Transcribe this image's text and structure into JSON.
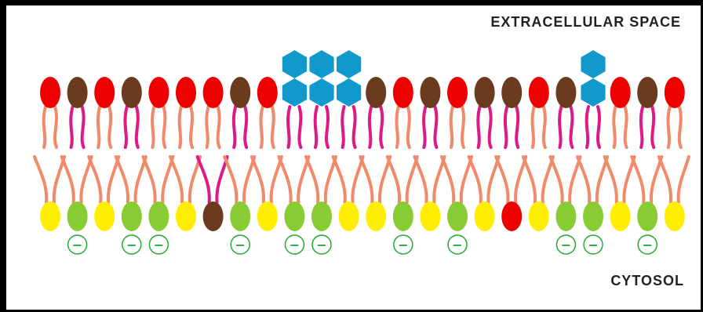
{
  "labels": {
    "top": "EXTRACELLULAR SPACE",
    "bottom": "CYTOSOL"
  },
  "colors": {
    "red_head": "#ee0000",
    "brown_head": "#6b3b1f",
    "yellow_head": "#ffee00",
    "green_head": "#88cc33",
    "blue_sugar": "#1199cc",
    "tail_salmon": "#f08a6a",
    "tail_magenta": "#dd1a88",
    "charge_green": "#22aa33"
  },
  "outer_leaflet": [
    {
      "head": "red",
      "tail": "salmon"
    },
    {
      "head": "brown",
      "tail": "magenta"
    },
    {
      "head": "red",
      "tail": "salmon"
    },
    {
      "head": "brown",
      "tail": "magenta"
    },
    {
      "head": "red",
      "tail": "salmon"
    },
    {
      "head": "red",
      "tail": "salmon"
    },
    {
      "head": "red",
      "tail": "salmon"
    },
    {
      "head": "brown",
      "tail": "magenta"
    },
    {
      "head": "red",
      "tail": "salmon"
    },
    {
      "head": "sugar",
      "tail": "magenta",
      "sugars": 2
    },
    {
      "head": "sugar",
      "tail": "magenta",
      "sugars": 2
    },
    {
      "head": "sugar",
      "tail": "magenta",
      "sugars": 2
    },
    {
      "head": "brown",
      "tail": "magenta"
    },
    {
      "head": "red",
      "tail": "salmon"
    },
    {
      "head": "brown",
      "tail": "magenta"
    },
    {
      "head": "red",
      "tail": "salmon"
    },
    {
      "head": "brown",
      "tail": "magenta"
    },
    {
      "head": "brown",
      "tail": "magenta"
    },
    {
      "head": "red",
      "tail": "salmon"
    },
    {
      "head": "brown",
      "tail": "magenta"
    },
    {
      "head": "sugar",
      "tail": "magenta",
      "sugars": 2
    },
    {
      "head": "red",
      "tail": "salmon"
    },
    {
      "head": "brown",
      "tail": "magenta"
    },
    {
      "head": "red",
      "tail": "salmon"
    }
  ],
  "inner_leaflet": [
    {
      "head": "yellow",
      "tail": "salmon",
      "charge": false
    },
    {
      "head": "green",
      "tail": "salmon",
      "charge": true
    },
    {
      "head": "yellow",
      "tail": "salmon",
      "charge": false
    },
    {
      "head": "green",
      "tail": "salmon",
      "charge": true
    },
    {
      "head": "green",
      "tail": "salmon",
      "charge": true
    },
    {
      "head": "yellow",
      "tail": "salmon",
      "charge": false
    },
    {
      "head": "brown",
      "tail": "magenta",
      "charge": false
    },
    {
      "head": "green",
      "tail": "salmon",
      "charge": true
    },
    {
      "head": "yellow",
      "tail": "salmon",
      "charge": false
    },
    {
      "head": "green",
      "tail": "salmon",
      "charge": true
    },
    {
      "head": "green",
      "tail": "salmon",
      "charge": true
    },
    {
      "head": "yellow",
      "tail": "salmon",
      "charge": false
    },
    {
      "head": "yellow",
      "tail": "salmon",
      "charge": false
    },
    {
      "head": "green",
      "tail": "salmon",
      "charge": true
    },
    {
      "head": "yellow",
      "tail": "salmon",
      "charge": false
    },
    {
      "head": "green",
      "tail": "salmon",
      "charge": true
    },
    {
      "head": "yellow",
      "tail": "salmon",
      "charge": false
    },
    {
      "head": "red",
      "tail": "salmon",
      "charge": false
    },
    {
      "head": "yellow",
      "tail": "salmon",
      "charge": false
    },
    {
      "head": "green",
      "tail": "salmon",
      "charge": true
    },
    {
      "head": "green",
      "tail": "salmon",
      "charge": true
    },
    {
      "head": "yellow",
      "tail": "salmon",
      "charge": false
    },
    {
      "head": "green",
      "tail": "salmon",
      "charge": true
    },
    {
      "head": "yellow",
      "tail": "salmon",
      "charge": false
    }
  ],
  "charge_symbol": "−"
}
